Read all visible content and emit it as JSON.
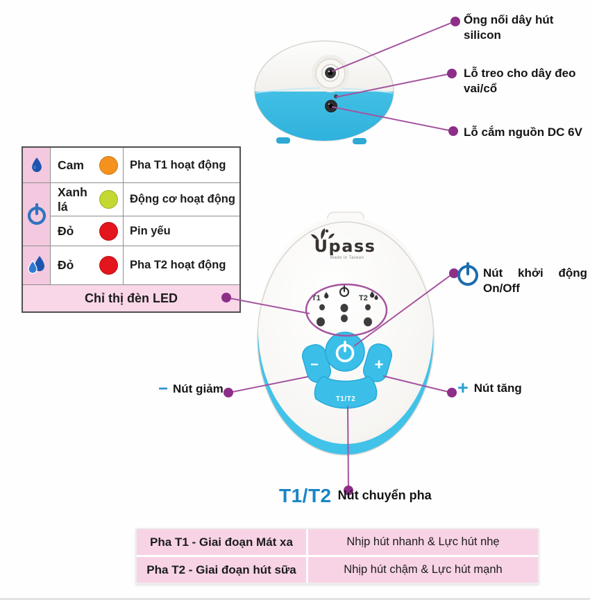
{
  "colors": {
    "device_blue": "#41c2e9",
    "callout_line": "#a4539f",
    "callout_dot": "#8d2f88",
    "table_pink": "#f4c9df",
    "footer_pink": "#f9d7e8",
    "phase_table_pink": "#f7d3e5"
  },
  "top_view": {
    "labels": [
      {
        "text": "Ống nối dây hút silicon"
      },
      {
        "text": "Lỗ treo cho dây đeo vai/cổ"
      },
      {
        "text": "Lỗ cắm nguồn DC 6V"
      }
    ]
  },
  "led_table": {
    "rows": [
      {
        "icon": "single-droplet-icon",
        "color_name": "Cam",
        "led_hex": "#f5921e",
        "description": "Pha T1 hoạt động"
      },
      {
        "icon": "power-icon",
        "color_name": "Xanh lá",
        "led_hex": "#c3d832",
        "description": "Động cơ hoạt động"
      },
      {
        "icon": "power-icon",
        "color_name": "Đỏ",
        "led_hex": "#e3151d",
        "description": "Pin yếu"
      },
      {
        "icon": "double-droplet-icon",
        "color_name": "Đỏ",
        "led_hex": "#e3151d",
        "description": "Pha T2 hoạt động"
      }
    ],
    "footer": "Chỉ thị đèn LED"
  },
  "device": {
    "brand": "Upass",
    "brand_sub": "Made in Taiwan",
    "led_panel": {
      "left_label": "T1",
      "right_label": "T2"
    },
    "buttons": {
      "minus_label": "−",
      "plus_label": "+",
      "phase_label": "T1/T2"
    }
  },
  "annotations": {
    "power": {
      "text": "Nút khởi động On/Off"
    },
    "decrease": {
      "symbol": "−",
      "text": "Nút giảm"
    },
    "increase": {
      "symbol": "+",
      "text": "Nút tăng"
    },
    "phase": {
      "symbol": "T1/T2",
      "text": "Nút chuyển pha"
    }
  },
  "phase_table": {
    "rows": [
      {
        "phase": "Pha T1 - Giai đoạn Mát xa",
        "desc": "Nhịp hút nhanh & Lực hút nhẹ"
      },
      {
        "phase": "Pha T2 - Giai đoạn hút sữa",
        "desc": "Nhịp hút chậm & Lực hút mạnh"
      }
    ]
  }
}
